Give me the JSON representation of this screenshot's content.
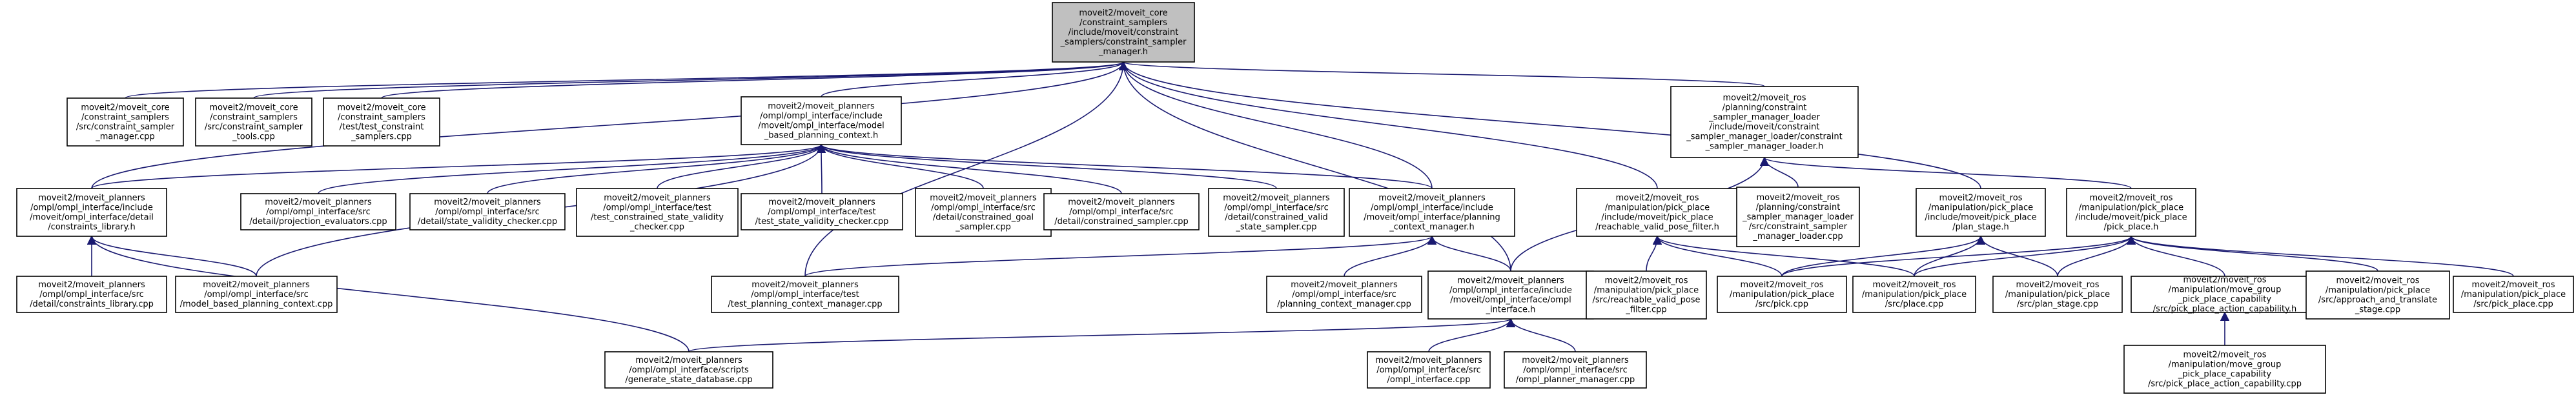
{
  "colors": {
    "edge": "#191970",
    "root_fill": "#c0c0c0",
    "node_fill": "#ffffff",
    "border": "#000000"
  },
  "nodes": [
    {
      "id": "root",
      "lines": [
        "moveit2/moveit_core",
        "/constraint_samplers",
        "/include/moveit/constraint",
        "_samplers/constraint_sampler",
        "_manager.h"
      ]
    },
    {
      "id": "core_csm_cpp",
      "lines": [
        "moveit2/moveit_core",
        "/constraint_samplers",
        "/src/constraint_sampler",
        "_manager.cpp"
      ]
    },
    {
      "id": "core_tools_cpp",
      "lines": [
        "moveit2/moveit_core",
        "/constraint_samplers",
        "/src/constraint_sampler",
        "_tools.cpp"
      ]
    },
    {
      "id": "core_test_cpp",
      "lines": [
        "moveit2/moveit_core",
        "/constraint_samplers",
        "/test/test_constraint",
        "_samplers.cpp"
      ]
    },
    {
      "id": "mbpc_h",
      "lines": [
        "moveit2/moveit_planners",
        "/ompl/ompl_interface/include",
        "/moveit/ompl_interface/model",
        "_based_planning_context.h"
      ]
    },
    {
      "id": "csml_h",
      "lines": [
        "moveit2/moveit_ros",
        "/planning/constraint",
        "_sampler_manager_loader",
        "/include/moveit/constraint",
        "_sampler_manager_loader/constraint",
        "_sampler_manager_loader.h"
      ]
    },
    {
      "id": "cl_h",
      "lines": [
        "moveit2/moveit_planners",
        "/ompl/ompl_interface/include",
        "/moveit/ompl_interface/detail",
        "/constraints_library.h"
      ]
    },
    {
      "id": "proj_cpp",
      "lines": [
        "moveit2/moveit_planners",
        "/ompl/ompl_interface/src",
        "/detail/projection_evaluators.cpp"
      ]
    },
    {
      "id": "svc_cpp",
      "lines": [
        "moveit2/moveit_planners",
        "/ompl/ompl_interface/src",
        "/detail/state_validity_checker.cpp"
      ]
    },
    {
      "id": "tcsv_cpp",
      "lines": [
        "moveit2/moveit_planners",
        "/ompl/ompl_interface/test",
        "/test_constrained_state_validity",
        "_checker.cpp"
      ]
    },
    {
      "id": "tsvc_cpp",
      "lines": [
        "moveit2/moveit_planners",
        "/ompl/ompl_interface/test",
        "/test_state_validity_checker.cpp"
      ]
    },
    {
      "id": "cgs_cpp",
      "lines": [
        "moveit2/moveit_planners",
        "/ompl/ompl_interface/src",
        "/detail/constrained_goal",
        "_sampler.cpp"
      ]
    },
    {
      "id": "cs_cpp",
      "lines": [
        "moveit2/moveit_planners",
        "/ompl/ompl_interface/src",
        "/detail/constrained_sampler.cpp"
      ]
    },
    {
      "id": "cvss_cpp",
      "lines": [
        "moveit2/moveit_planners",
        "/ompl/ompl_interface/src",
        "/detail/constrained_valid",
        "_state_sampler.cpp"
      ]
    },
    {
      "id": "pcm_h",
      "lines": [
        "moveit2/moveit_planners",
        "/ompl/ompl_interface/include",
        "/moveit/ompl_interface/planning",
        "_context_manager.h"
      ]
    },
    {
      "id": "rvpf_h",
      "lines": [
        "moveit2/moveit_ros",
        "/manipulation/pick_place",
        "/include/moveit/pick_place",
        "/reachable_valid_pose_filter.h"
      ]
    },
    {
      "id": "csml_cpp",
      "lines": [
        "moveit2/moveit_ros",
        "/planning/constraint",
        "_sampler_manager_loader",
        "/src/constraint_sampler",
        "_manager_loader.cpp"
      ]
    },
    {
      "id": "ps_h",
      "lines": [
        "moveit2/moveit_ros",
        "/manipulation/pick_place",
        "/include/moveit/pick_place",
        "/plan_stage.h"
      ]
    },
    {
      "id": "pp_h",
      "lines": [
        "moveit2/moveit_ros",
        "/manipulation/pick_place",
        "/include/moveit/pick_place",
        "/pick_place.h"
      ]
    },
    {
      "id": "cl_cpp",
      "lines": [
        "moveit2/moveit_planners",
        "/ompl/ompl_interface/src",
        "/detail/constraints_library.cpp"
      ]
    },
    {
      "id": "mbpc_cpp",
      "lines": [
        "moveit2/moveit_planners",
        "/ompl/ompl_interface/src",
        "/model_based_planning_context.cpp"
      ]
    },
    {
      "id": "tpcm_cpp",
      "lines": [
        "moveit2/moveit_planners",
        "/ompl/ompl_interface/test",
        "/test_planning_context_manager.cpp"
      ]
    },
    {
      "id": "pcm_cpp",
      "lines": [
        "moveit2/moveit_planners",
        "/ompl/ompl_interface/src",
        "/planning_context_manager.cpp"
      ]
    },
    {
      "id": "oi_h",
      "lines": [
        "moveit2/moveit_planners",
        "/ompl/ompl_interface/include",
        "/moveit/ompl_interface/ompl",
        "_interface.h"
      ]
    },
    {
      "id": "rvpf_cpp",
      "lines": [
        "moveit2/moveit_ros",
        "/manipulation/pick_place",
        "/src/reachable_valid_pose",
        "_filter.cpp"
      ]
    },
    {
      "id": "pick_cpp",
      "lines": [
        "moveit2/moveit_ros",
        "/manipulation/pick_place",
        "/src/pick.cpp"
      ]
    },
    {
      "id": "place_cpp",
      "lines": [
        "moveit2/moveit_ros",
        "/manipulation/pick_place",
        "/src/place.cpp"
      ]
    },
    {
      "id": "plan_stage_cpp",
      "lines": [
        "moveit2/moveit_ros",
        "/manipulation/pick_place",
        "/src/plan_stage.cpp"
      ]
    },
    {
      "id": "ppac_h",
      "lines": [
        "moveit2/moveit_ros",
        "/manipulation/move_group",
        "_pick_place_capability",
        "/src/pick_place_action_capability.h"
      ]
    },
    {
      "id": "aat_cpp",
      "lines": [
        "moveit2/moveit_ros",
        "/manipulation/pick_place",
        "/src/approach_and_translate",
        "_stage.cpp"
      ]
    },
    {
      "id": "pp_cpp",
      "lines": [
        "moveit2/moveit_ros",
        "/manipulation/pick_place",
        "/src/pick_place.cpp"
      ]
    },
    {
      "id": "gsd_cpp",
      "lines": [
        "moveit2/moveit_planners",
        "/ompl/ompl_interface/scripts",
        "/generate_state_database.cpp"
      ]
    },
    {
      "id": "oi_cpp",
      "lines": [
        "moveit2/moveit_planners",
        "/ompl/ompl_interface/src",
        "/ompl_interface.cpp"
      ]
    },
    {
      "id": "opm_cpp",
      "lines": [
        "moveit2/moveit_planners",
        "/ompl/ompl_interface/src",
        "/ompl_planner_manager.cpp"
      ]
    },
    {
      "id": "ppac_cpp",
      "lines": [
        "moveit2/moveit_ros",
        "/manipulation/move_group",
        "_pick_place_capability",
        "/src/pick_place_action_capability.cpp"
      ]
    }
  ],
  "edges": [
    [
      "core_csm_cpp",
      "root"
    ],
    [
      "core_tools_cpp",
      "root"
    ],
    [
      "core_test_cpp",
      "root"
    ],
    [
      "mbpc_h",
      "root"
    ],
    [
      "csml_h",
      "root"
    ],
    [
      "cl_h",
      "root"
    ],
    [
      "pcm_h",
      "root"
    ],
    [
      "rvpf_h",
      "root"
    ],
    [
      "ps_h",
      "root"
    ],
    [
      "oi_h",
      "root"
    ],
    [
      "tpcm_cpp",
      "root"
    ],
    [
      "cl_h",
      "mbpc_h"
    ],
    [
      "proj_cpp",
      "mbpc_h"
    ],
    [
      "svc_cpp",
      "mbpc_h"
    ],
    [
      "tcsv_cpp",
      "mbpc_h"
    ],
    [
      "tsvc_cpp",
      "mbpc_h"
    ],
    [
      "cgs_cpp",
      "mbpc_h"
    ],
    [
      "cs_cpp",
      "mbpc_h"
    ],
    [
      "cvss_cpp",
      "mbpc_h"
    ],
    [
      "pcm_h",
      "mbpc_h"
    ],
    [
      "mbpc_cpp",
      "mbpc_h"
    ],
    [
      "csml_cpp",
      "csml_h"
    ],
    [
      "pp_h",
      "csml_h"
    ],
    [
      "oi_h",
      "csml_h"
    ],
    [
      "cl_cpp",
      "cl_h"
    ],
    [
      "mbpc_cpp",
      "cl_h"
    ],
    [
      "gsd_cpp",
      "cl_h"
    ],
    [
      "pcm_cpp",
      "pcm_h"
    ],
    [
      "oi_h",
      "pcm_h"
    ],
    [
      "tpcm_cpp",
      "pcm_h"
    ],
    [
      "rvpf_cpp",
      "rvpf_h"
    ],
    [
      "pick_cpp",
      "rvpf_h"
    ],
    [
      "place_cpp",
      "rvpf_h"
    ],
    [
      "pick_cpp",
      "ps_h"
    ],
    [
      "place_cpp",
      "ps_h"
    ],
    [
      "plan_stage_cpp",
      "ps_h"
    ],
    [
      "pick_cpp",
      "pp_h"
    ],
    [
      "place_cpp",
      "pp_h"
    ],
    [
      "plan_stage_cpp",
      "pp_h"
    ],
    [
      "ppac_h",
      "pp_h"
    ],
    [
      "aat_cpp",
      "pp_h"
    ],
    [
      "pp_cpp",
      "pp_h"
    ],
    [
      "ppac_cpp",
      "ppac_h"
    ],
    [
      "gsd_cpp",
      "oi_h"
    ],
    [
      "oi_cpp",
      "oi_h"
    ],
    [
      "opm_cpp",
      "oi_h"
    ]
  ]
}
